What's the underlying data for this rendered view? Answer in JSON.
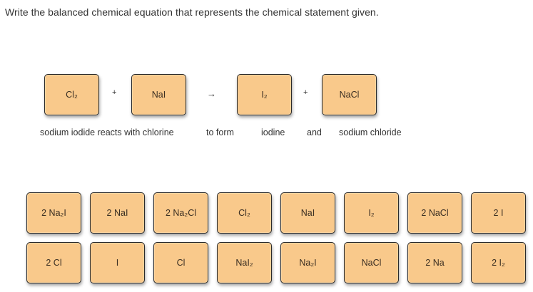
{
  "prompt": "Write the balanced chemical equation that represents the chemical statement given.",
  "equation": {
    "reactant_1": "Cl₂",
    "plus_1": "+",
    "reactant_2": "NaI",
    "arrow": "→",
    "product_1": "I₂",
    "plus_2": "+",
    "product_2": "NaCl"
  },
  "statement": {
    "part_1": "sodium iodide reacts with chlorine",
    "part_2": "to form",
    "part_3": "iodine",
    "part_4": "and",
    "part_5": "sodium chloride"
  },
  "bank": {
    "row_1": [
      "2 Na₂I",
      "2 NaI",
      "2 Na₂Cl",
      "Cl₂",
      "NaI",
      "I₂",
      "2 NaCl",
      "2 I"
    ],
    "row_2": [
      "2 Cl",
      "I",
      "Cl",
      "NaI₂",
      "Na₂I",
      "NaCl",
      "2 Na",
      "2 I₂"
    ]
  },
  "colors": {
    "tile_fill": "#f9c98b",
    "tile_border": "#2b2b2b",
    "text": "#333333"
  }
}
